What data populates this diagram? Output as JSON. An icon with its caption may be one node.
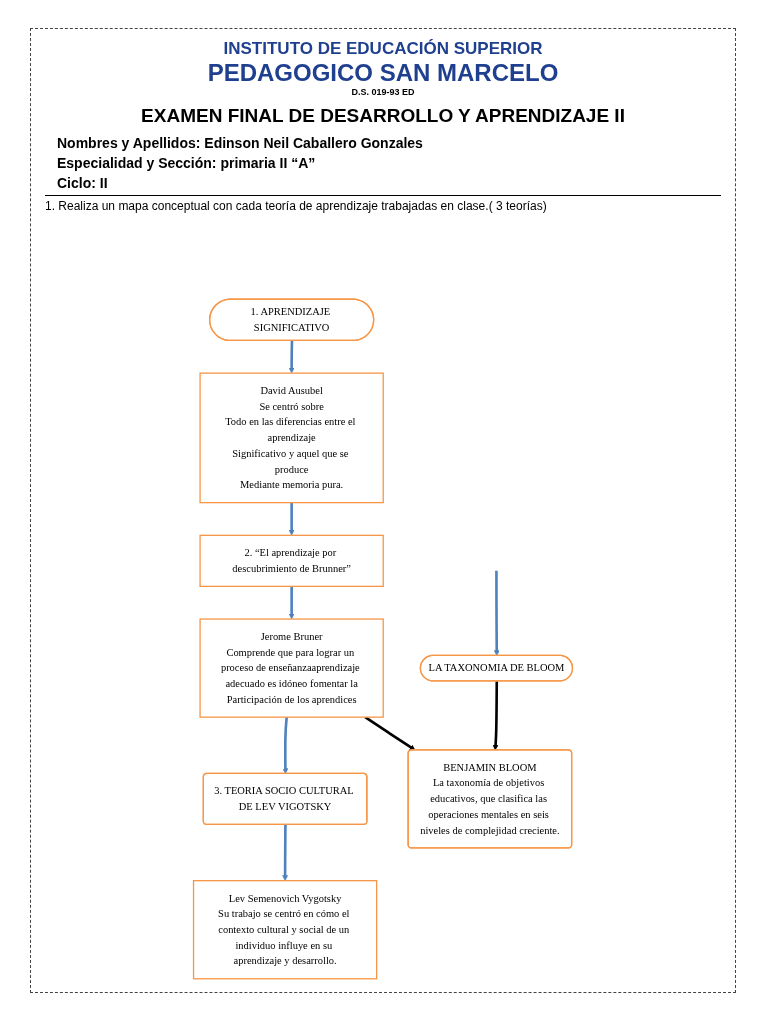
{
  "diagram": {
    "title": "EXAMEN FINAL DE DESARROLLO Y APRENDIZAJE II",
    "nodes": [
      {
        "text": [
          "1. APRENDIZAJE SIGNIFICATIVO"
        ]
      },
      {
        "text": [
          "David Ausubel",
          "Se centró sobre",
          "Todo en las diferencias entre el aprendizaje",
          "Significativo y aquel que se produce",
          "Mediante memoria pura."
        ]
      },
      {
        "text": [
          "2. “El aprendizaje por descubrimiento de Brunner”"
        ]
      },
      {
        "text": [
          "Jerome Bruner",
          "Comprende que para lograr un proceso de enseñanzaaprendizaje adecuado es idóneo fomentar la",
          "Participación de los aprendices"
        ]
      },
      {
        "text": [
          "3. TEORIA SOCIO CULTURAL DE LEV VIGOTSKY"
        ]
      },
      {
        "text": [
          "Lev Semenovich Vygotsky",
          "Su trabajo se centró en cómo el contexto cultural y social de un individuo influye en su aprendizaje y desarrollo."
        ]
      },
      {
        "text": [
          "LA TAXONOMIA DE BLOOM"
        ]
      },
      {
        "text": [
          "BENJAMIN BLOOM",
          "La taxonomía de objetivos educativos, que clasifica las operaciones mentales en seis niveles de complejidad creciente."
        ]
      }
    ],
    "edges": [
      {
        "from": 0,
        "to": 1,
        "arrow": "to"
      },
      {
        "from": 1,
        "to": 2,
        "arrow": "to"
      },
      {
        "from": 2,
        "to": 3,
        "arrow": "to"
      },
      {
        "from": 3,
        "to": 4,
        "arrow": "to"
      },
      {
        "from": 4,
        "to": 5,
        "arrow": "to"
      },
      {
        "from": null,
        "to": 6,
        "arrow": "to"
      },
      {
        "from": 3,
        "to": 7,
        "arrow": "to",
        "color": "#000000"
      },
      {
        "from": 6,
        "to": 7,
        "arrow": "to",
        "color": "#000000"
      }
    ],
    "labels": [
      "INSTITUTO DE EDUCACIÓN SUPERIOR",
      "PEDAGOGICO SAN MARCELO",
      "D.S. 019-93 ED",
      "Nombres y Apellidos: Edinson Neil Caballero Gonzales",
      "Especialidad y Sección: primaria II “A”",
      "Ciclo: II",
      "1. Realiza un mapa conceptual con cada teoría de aprendizaje trabajadas en clase.( 3 teorías)"
    ]
  }
}
